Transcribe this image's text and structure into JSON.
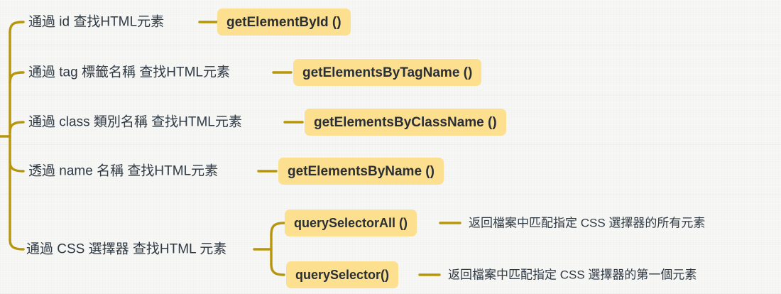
{
  "diagram": {
    "type": "mind-map",
    "title_present": false,
    "colors": {
      "background": "#f7f7f5",
      "branch_line": "#b8960c",
      "chip_fill": "#fcdf8f",
      "text": "#2f3a44",
      "chip_text": "#2a2f36"
    },
    "root_branches": [
      {
        "id": "by-id",
        "label": "通過 id 查找HTML元素",
        "method": "getElementById ()",
        "children": []
      },
      {
        "id": "by-tag",
        "label": "通過 tag 標籤名稱 查找HTML元素",
        "method": "getElementsByTagName ()",
        "children": []
      },
      {
        "id": "by-class",
        "label": "通過 class 類別名稱 查找HTML元素",
        "method": "getElementsByClassName ()",
        "children": []
      },
      {
        "id": "by-name",
        "label": "透過 name 名稱 查找HTML元素",
        "method": "getElementsByName ()",
        "children": []
      },
      {
        "id": "by-css-selector",
        "label": "通過 CSS 選擇器 查找HTML 元素",
        "method": null,
        "children": [
          {
            "id": "query-selector-all",
            "method": "querySelectorAll ()",
            "description": "返回檔案中匹配指定 CSS 選擇器的所有元素"
          },
          {
            "id": "query-selector",
            "method": "querySelector()",
            "description": "返回檔案中匹配指定 CSS 選擇器的第一個元素"
          }
        ]
      }
    ]
  }
}
